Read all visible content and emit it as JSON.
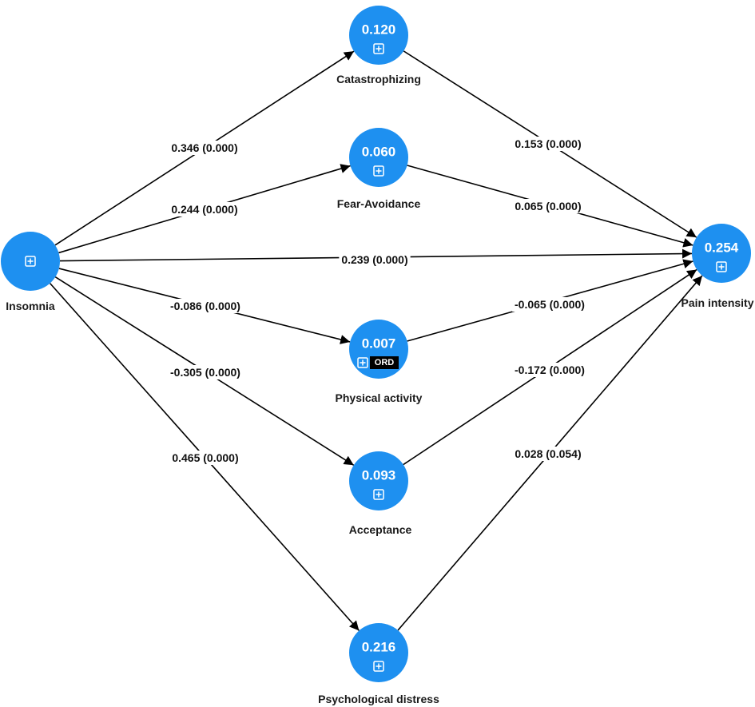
{
  "colors": {
    "node_fill": "#1e90f0",
    "edge_stroke": "#000000",
    "label_text": "#111111"
  },
  "icons": {
    "expand": "plus-square-icon"
  },
  "nodes": [
    {
      "id": "insomnia",
      "label": "Insomnia",
      "value": "",
      "badge": ""
    },
    {
      "id": "catastrophizing",
      "label": "Catastrophizing",
      "value": "0.120",
      "badge": ""
    },
    {
      "id": "fear_avoidance",
      "label": "Fear-Avoidance",
      "value": "0.060",
      "badge": ""
    },
    {
      "id": "physical_activity",
      "label": "Physical activity",
      "value": "0.007",
      "badge": "ORD"
    },
    {
      "id": "acceptance",
      "label": "Acceptance",
      "value": "0.093",
      "badge": ""
    },
    {
      "id": "psychological_distress",
      "label": "Psychological distress",
      "value": "0.216",
      "badge": ""
    },
    {
      "id": "pain_intensity",
      "label": "Pain intensity",
      "value": "0.254",
      "badge": ""
    }
  ],
  "edges": [
    {
      "from": "insomnia",
      "to": "catastrophizing",
      "label": "0.346 (0.000)"
    },
    {
      "from": "insomnia",
      "to": "fear_avoidance",
      "label": "0.244 (0.000)"
    },
    {
      "from": "insomnia",
      "to": "pain_intensity",
      "label": "0.239 (0.000)"
    },
    {
      "from": "insomnia",
      "to": "physical_activity",
      "label": "-0.086 (0.000)"
    },
    {
      "from": "insomnia",
      "to": "acceptance",
      "label": "-0.305 (0.000)"
    },
    {
      "from": "insomnia",
      "to": "psychological_distress",
      "label": "0.465 (0.000)"
    },
    {
      "from": "catastrophizing",
      "to": "pain_intensity",
      "label": "0.153 (0.000)"
    },
    {
      "from": "fear_avoidance",
      "to": "pain_intensity",
      "label": "0.065 (0.000)"
    },
    {
      "from": "physical_activity",
      "to": "pain_intensity",
      "label": "-0.065 (0.000)"
    },
    {
      "from": "acceptance",
      "to": "pain_intensity",
      "label": "-0.172 (0.000)"
    },
    {
      "from": "psychological_distress",
      "to": "pain_intensity",
      "label": "0.028 (0.054)"
    }
  ]
}
